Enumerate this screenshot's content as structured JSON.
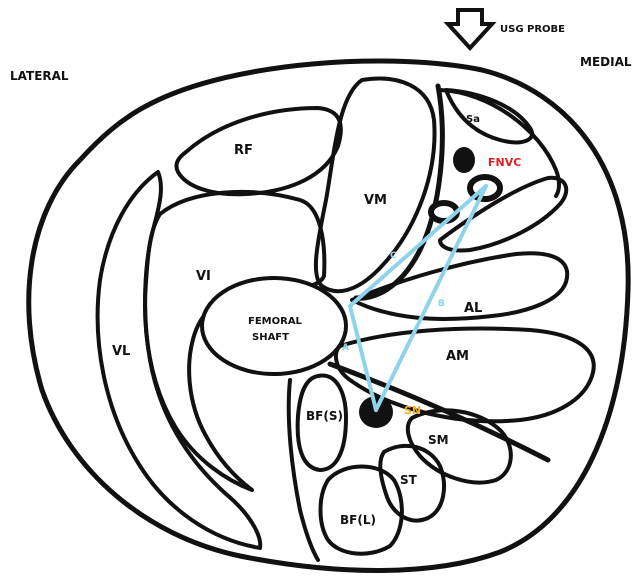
{
  "orientation": {
    "lateral": "LATERAL",
    "medial": "MEDIAL"
  },
  "probe": {
    "label": "USG PROBE"
  },
  "muscles": {
    "rf": "RF",
    "vm": "VM",
    "vi": "VI",
    "vl": "VL",
    "al": "AL",
    "am": "AM",
    "bf_short": "BF(S)",
    "bf_long": "BF(L)",
    "st": "ST",
    "sm": "SM",
    "sa": "Sa"
  },
  "bone": {
    "line1": "FEMORAL",
    "line2": "SHAFT"
  },
  "nerves": {
    "fnvc": "FNVC",
    "sn": "SN"
  },
  "angles": {
    "c": "C",
    "b": "B",
    "a": "A"
  },
  "colors": {
    "outline": "#111111",
    "fnvc_label": "#e02020",
    "sn_label": "#f2b020",
    "angle_lines": "#8fd3ea",
    "vessel_fill": "#111111"
  }
}
